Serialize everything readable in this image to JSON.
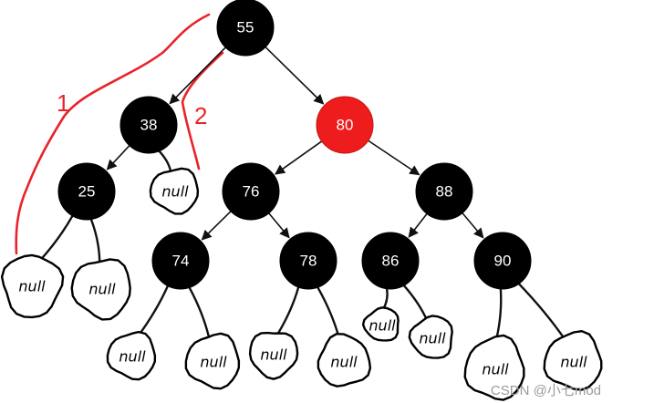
{
  "nodes": [
    {
      "id": "n55",
      "label": "55",
      "color": "black"
    },
    {
      "id": "n38",
      "label": "38",
      "color": "black"
    },
    {
      "id": "n80",
      "label": "80",
      "color": "red"
    },
    {
      "id": "n25",
      "label": "25",
      "color": "black"
    },
    {
      "id": "n76",
      "label": "76",
      "color": "black"
    },
    {
      "id": "n88",
      "label": "88",
      "color": "black"
    },
    {
      "id": "n74",
      "label": "74",
      "color": "black"
    },
    {
      "id": "n78",
      "label": "78",
      "color": "black"
    },
    {
      "id": "n86",
      "label": "86",
      "color": "black"
    },
    {
      "id": "n90",
      "label": "90",
      "color": "black"
    }
  ],
  "edges": [
    [
      "n55",
      "n38"
    ],
    [
      "n55",
      "n80"
    ],
    [
      "n38",
      "n25"
    ],
    [
      "n38",
      "null_38r"
    ],
    [
      "n80",
      "n76"
    ],
    [
      "n80",
      "n88"
    ],
    [
      "n25",
      "null_25l"
    ],
    [
      "n25",
      "null_25r"
    ],
    [
      "n76",
      "n74"
    ],
    [
      "n76",
      "n78"
    ],
    [
      "n88",
      "n86"
    ],
    [
      "n88",
      "n90"
    ],
    [
      "n74",
      "null_74l"
    ],
    [
      "n74",
      "null_74r"
    ],
    [
      "n78",
      "null_78l"
    ],
    [
      "n78",
      "null_78r"
    ],
    [
      "n86",
      "null_86l"
    ],
    [
      "n86",
      "null_86r"
    ],
    [
      "n90",
      "null_90l"
    ],
    [
      "n90",
      "null_90r"
    ]
  ],
  "null_label": "null",
  "null_leaves": [
    "null_38r",
    "null_25l",
    "null_25r",
    "null_74l",
    "null_74r",
    "null_78l",
    "null_78r",
    "null_86l",
    "null_86r",
    "null_90l",
    "null_90r"
  ],
  "annotations": {
    "path1_label": "1",
    "path2_label": "2"
  },
  "colors": {
    "black": "#000000",
    "red": "#ee1c1c",
    "annotation": "#e8242a",
    "edge": "#111111"
  },
  "watermark": "CSDN @小七mod"
}
